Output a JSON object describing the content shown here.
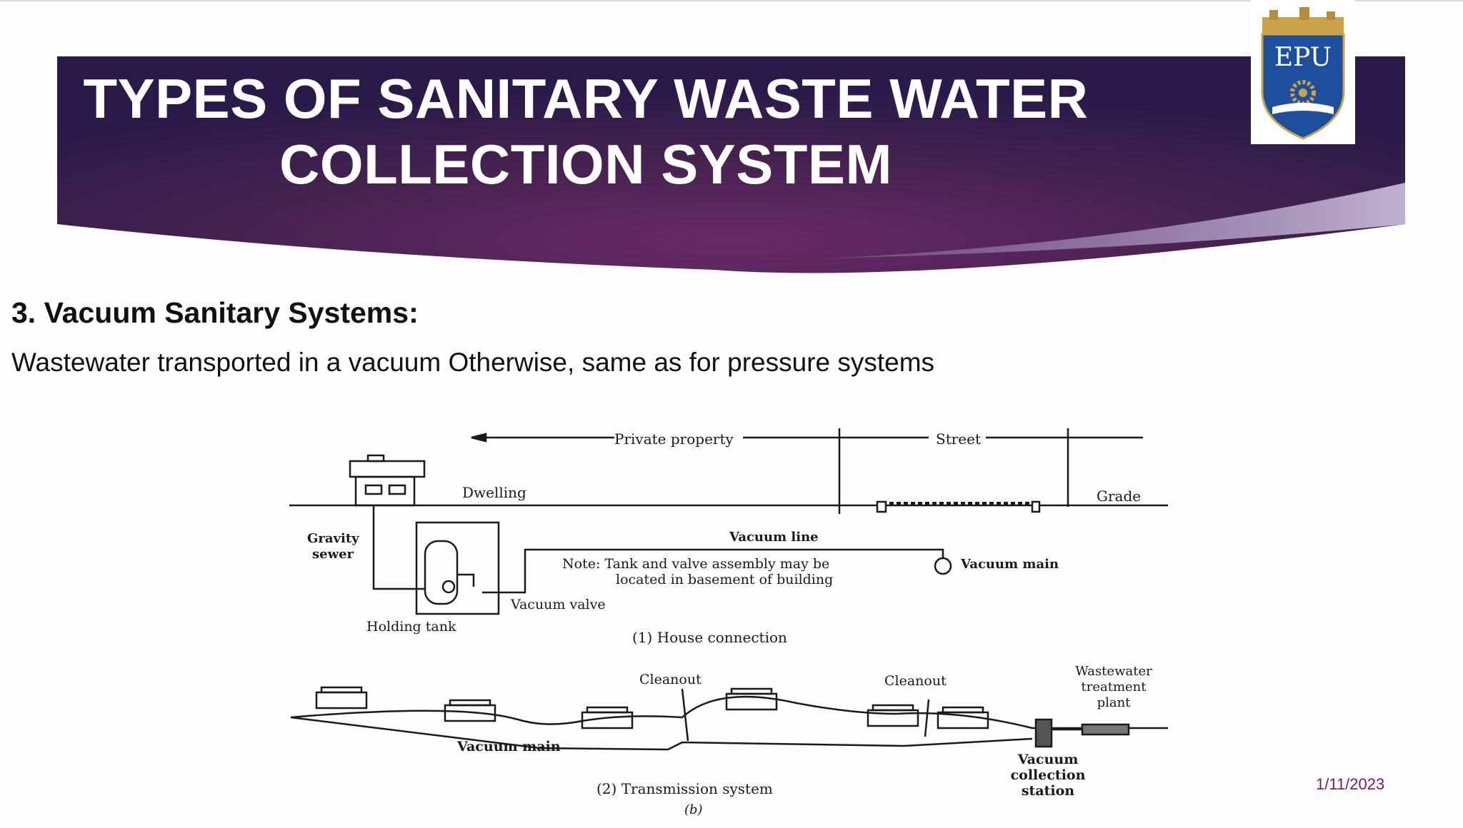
{
  "slide": {
    "title_line1": "TYPES OF SANITARY WASTE WATER",
    "title_line2": "COLLECTION SYSTEM",
    "heading": "3. Vacuum Sanitary Systems:",
    "body": "Wastewater transported in a vacuum Otherwise, same as for pressure systems",
    "date": "1/11/2023"
  },
  "logo": {
    "text": "EPU"
  },
  "figure": {
    "private_property": "Private property",
    "street": "Street",
    "dwelling": "Dwelling",
    "grade": "Grade",
    "gravity": "Gravity",
    "sewer": "sewer",
    "vacuum_line": "Vacuum line",
    "note_line1": "Note:  Tank and valve assembly may be",
    "note_line2": "located in basement of building",
    "vacuum_main_top": "Vacuum main",
    "vacuum_valve": "Vacuum valve",
    "holding_tank": "Holding tank",
    "house_connection": "(1)  House connection",
    "cleanout_1": "Cleanout",
    "cleanout_2": "Cleanout",
    "wwtp_line1": "Wastewater",
    "wwtp_line2": "treatment",
    "wwtp_line3": "plant",
    "vacuum_main_bottom": "Vacuum main",
    "station_line1": "Vacuum",
    "station_line2": "collection",
    "station_line3": "station",
    "transmission_system": "(2)  Transmission system",
    "part_label": "(b)"
  },
  "colors": {
    "banner_dark": "#2a1a4a",
    "banner_mid": "#6a2a68",
    "date": "#7a1a5a",
    "logo_blue": "#1d4f9c",
    "logo_gold": "#c9a24a"
  }
}
